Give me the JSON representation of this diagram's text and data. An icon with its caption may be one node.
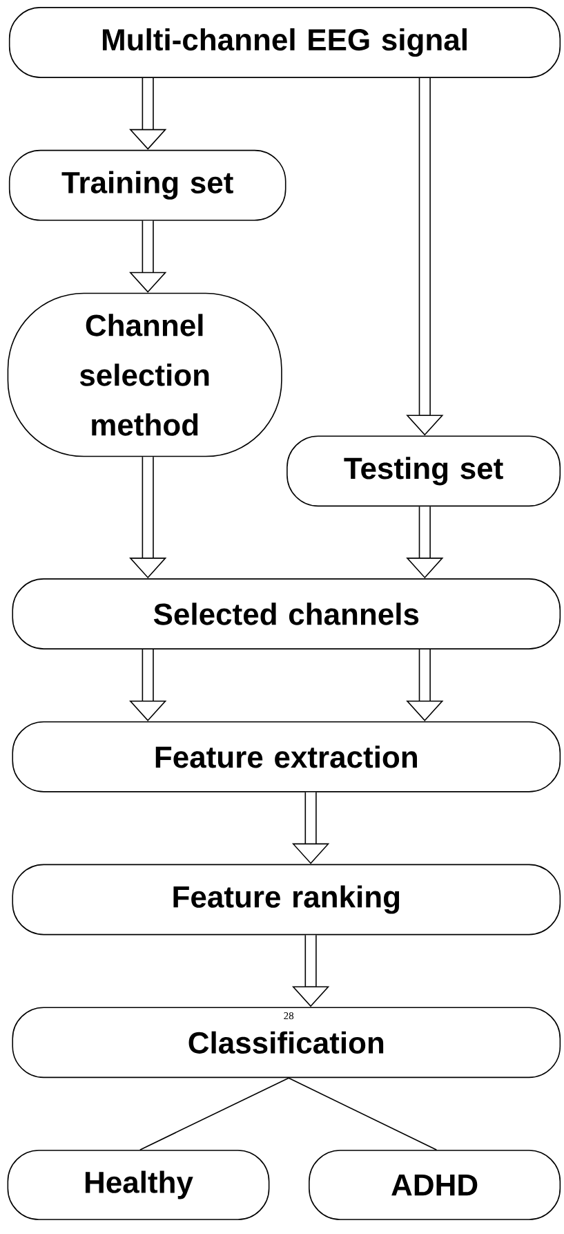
{
  "diagram": {
    "nodes": [
      {
        "text": [
          "Multi-channel EEG signal"
        ]
      },
      {
        "text": [
          "Training set"
        ]
      },
      {
        "text": [
          "Channel selection method"
        ]
      },
      {
        "text": [
          "Testing set"
        ]
      },
      {
        "text": [
          "Selected channels"
        ]
      },
      {
        "text": [
          "Feature extraction"
        ]
      },
      {
        "text": [
          "Feature ranking"
        ]
      },
      {
        "text": [
          "Classification"
        ]
      },
      {
        "text": [
          "Healthy"
        ]
      },
      {
        "text": [
          "ADHD"
        ]
      }
    ],
    "edges": [
      {
        "from": 0,
        "to": 1,
        "arrow": "to"
      },
      {
        "from": 0,
        "to": 3,
        "arrow": "to"
      },
      {
        "from": 1,
        "to": 2,
        "arrow": "to"
      },
      {
        "from": 2,
        "to": 4,
        "arrow": "to"
      },
      {
        "from": 3,
        "to": 4,
        "arrow": "to"
      },
      {
        "from": 4,
        "to": 5,
        "arrow": "to"
      },
      {
        "from": 4,
        "to": 5,
        "arrow": "to"
      },
      {
        "from": 5,
        "to": 6,
        "arrow": "to"
      },
      {
        "from": 6,
        "to": 7,
        "arrow": "to"
      },
      {
        "from": 7,
        "to": 8,
        "arrow": "none"
      },
      {
        "from": 7,
        "to": 9,
        "arrow": "none"
      }
    ],
    "labels": [
      "28"
    ]
  }
}
